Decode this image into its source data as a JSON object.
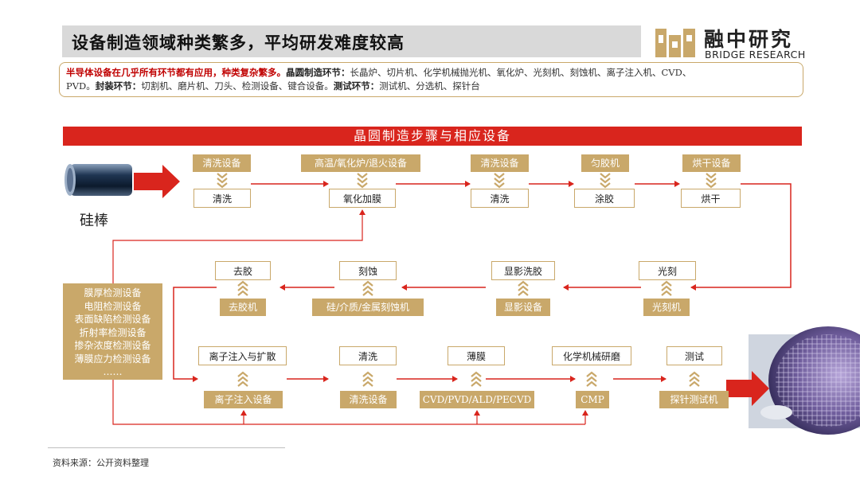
{
  "header": {
    "title": "设备制造领域种类繁多，平均研发难度较高",
    "logo_cn": "融中研究",
    "logo_en": "BRIDGE RESEARCH"
  },
  "summary": {
    "part1_highlight": "半导体设备在几乎所有环节都有应用，种类复杂繁多。",
    "part2_label": "晶圆制造环节：",
    "part2_text": "长晶炉、切片机、化学机械抛光机、氧化炉、光刻机、刻蚀机、离子注入机、CVD、",
    "part3_text": "PVD。",
    "part4_label": "封装环节：",
    "part4_text": "切割机、磨片机、刀头、检测设备、键合设备。",
    "part5_label": "测试环节：",
    "part5_text": "测试机、分选机、探针台"
  },
  "diagram": {
    "banner": "晶圆制造步骤与相应设备",
    "input_label": "硅棒",
    "row1": {
      "equipment": [
        "清洗设备",
        "高温/氧化炉/退火设备",
        "清洗设备",
        "匀胶机",
        "烘干设备"
      ],
      "steps": [
        "清洗",
        "氧化加膜",
        "清洗",
        "涂胶",
        "烘干"
      ]
    },
    "row2": {
      "steps": [
        "去胶",
        "刻蚀",
        "显影洗胶",
        "光刻"
      ],
      "equipment": [
        "去胶机",
        "硅/介质/金属刻蚀机",
        "显影设备",
        "光刻机"
      ]
    },
    "row3": {
      "steps": [
        "离子注入与扩散",
        "清洗",
        "薄膜",
        "化学机械研磨",
        "测试"
      ],
      "equipment": [
        "离子注入设备",
        "清洗设备",
        "CVD/PVD/ALD/PECVD",
        "CMP",
        "探针测试机"
      ]
    },
    "inspection": [
      "膜厚检测设备",
      "电阻检测设备",
      "表面缺陷检测设备",
      "折射率检测设备",
      "掺杂浓度检测设备",
      "薄膜应力检测设备",
      "……"
    ]
  },
  "footer": {
    "source": "资料来源：公开资料整理"
  },
  "colors": {
    "accent_red": "#d9251d",
    "gold": "#c9a86a",
    "title_bg": "#d9d9d9"
  }
}
